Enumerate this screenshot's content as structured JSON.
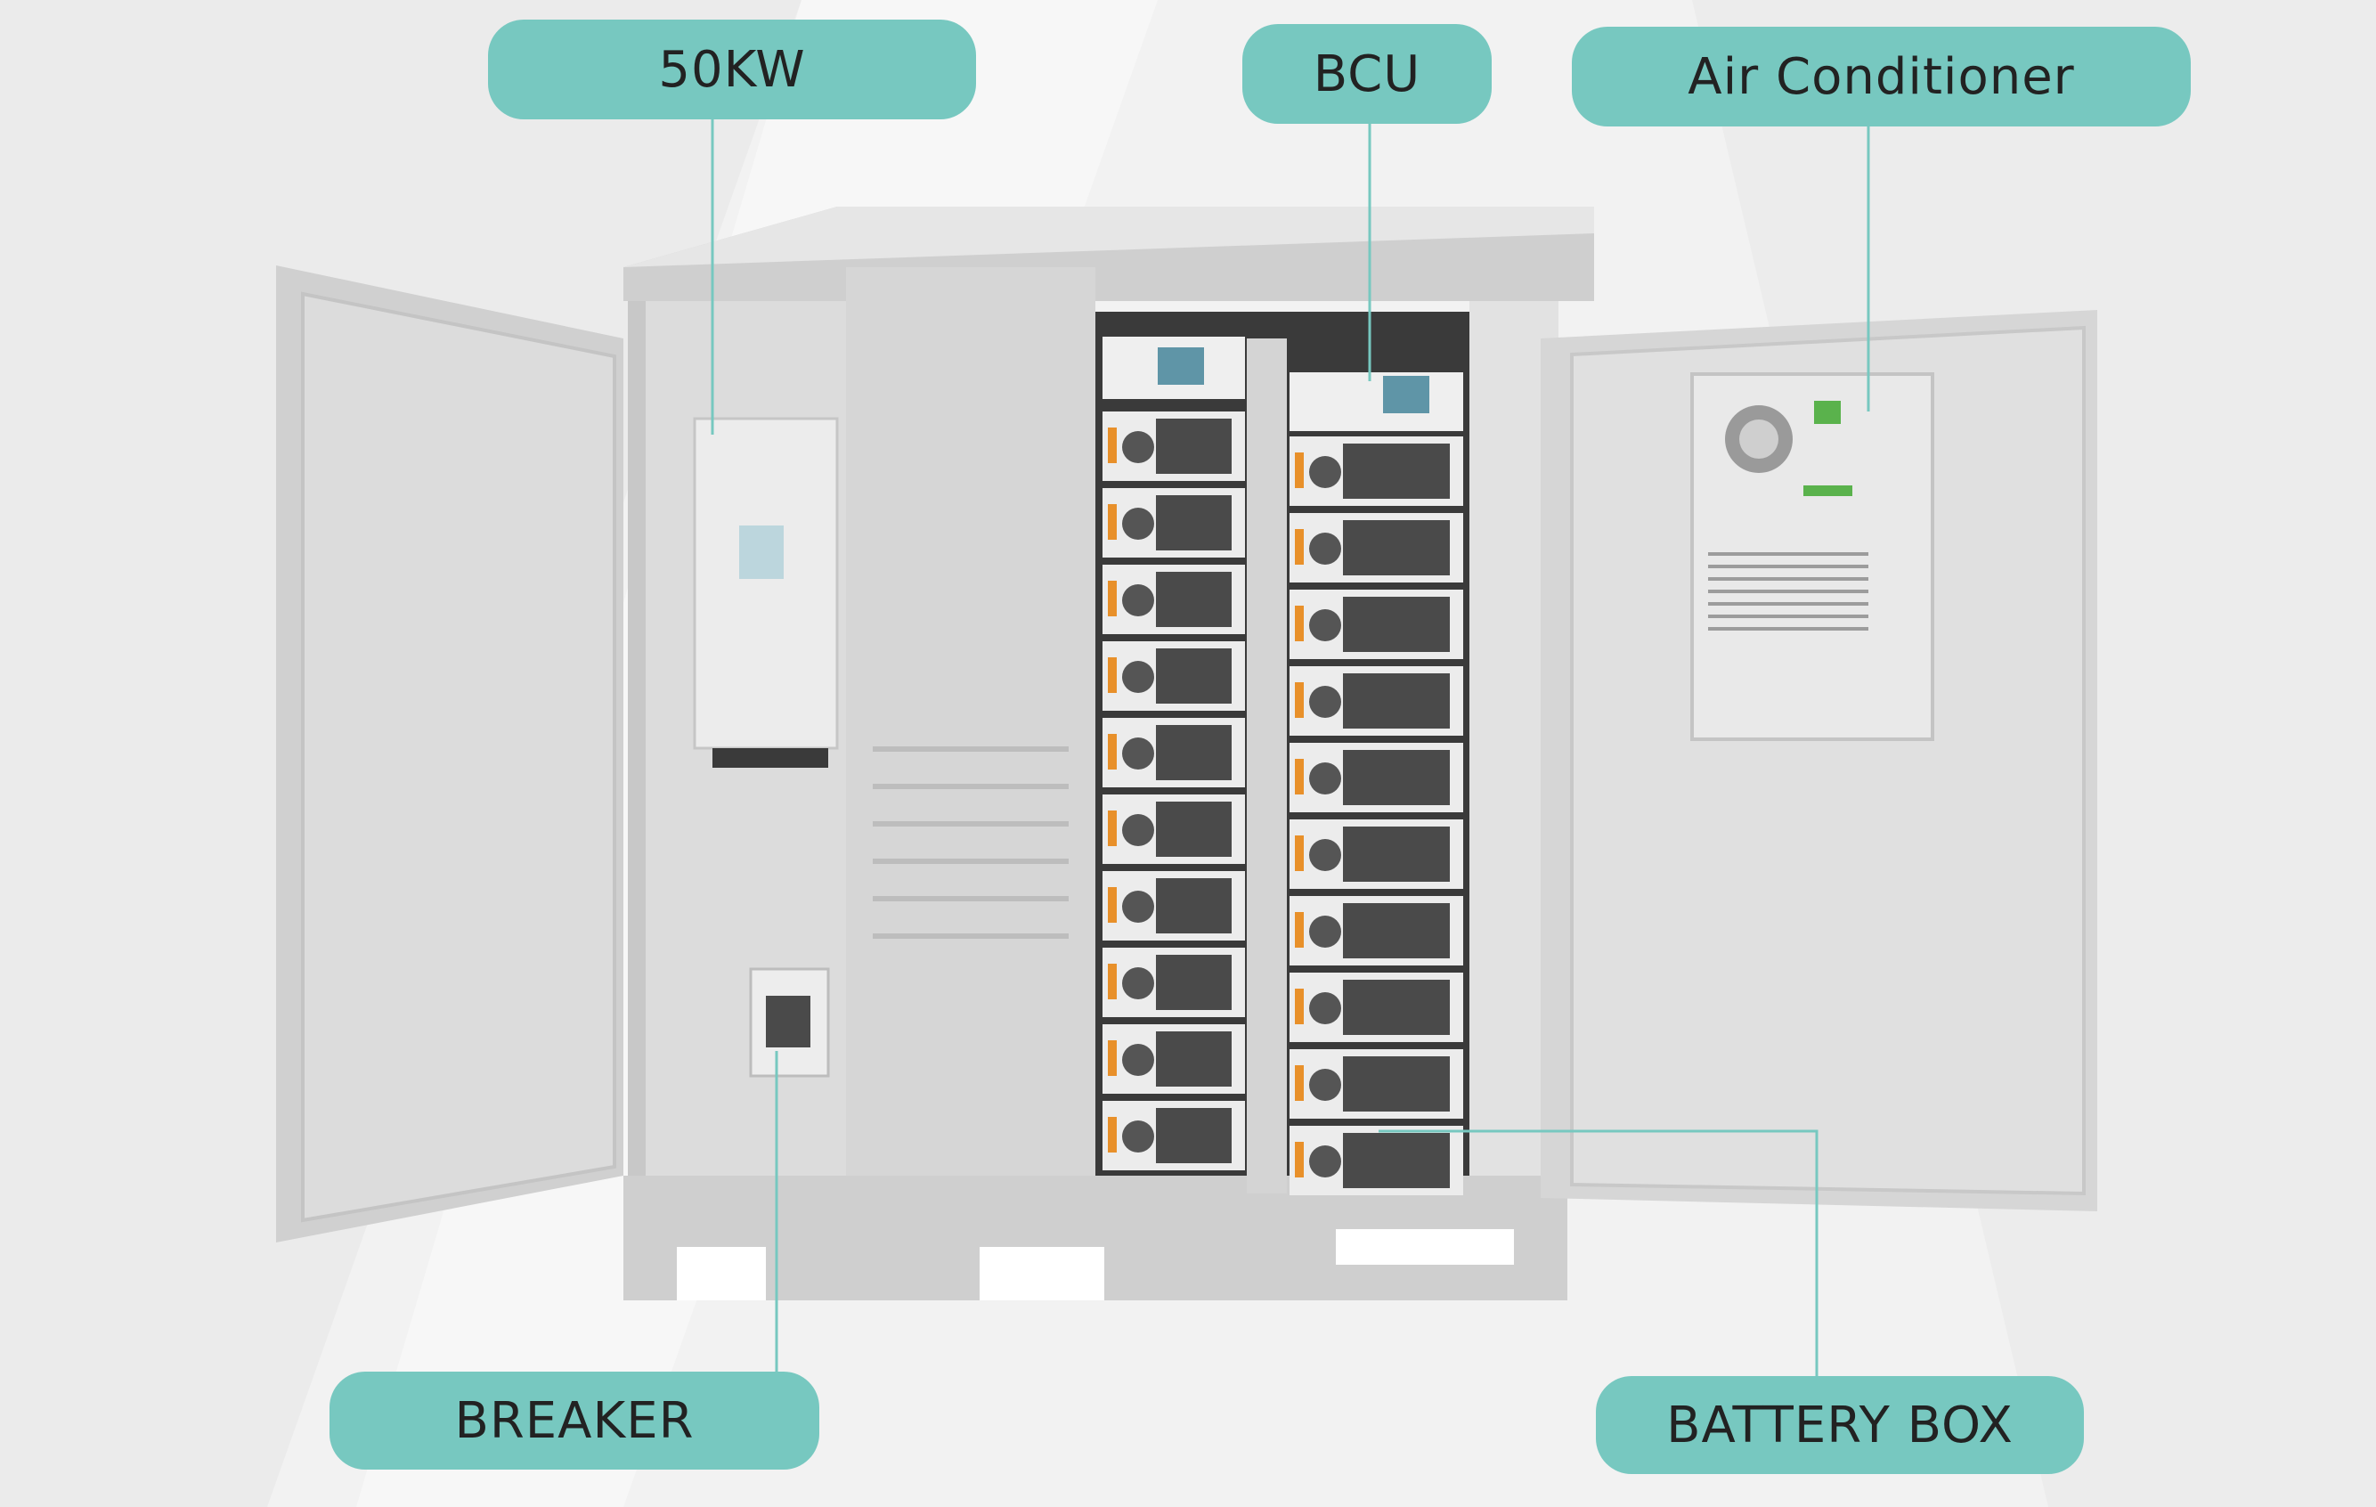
{
  "callouts": {
    "inverter": "50KW",
    "bcu": "BCU",
    "air_conditioner": "Air Conditioner",
    "breaker": "BREAKER",
    "battery_box": "BATTERY BOX"
  },
  "colors": {
    "accent": "#77c8c0",
    "cabinet": "#d9d9d9",
    "cabinet_dark": "#bdbdbd",
    "battery_module": "#4a4a4a",
    "handle": "#e8902a"
  }
}
